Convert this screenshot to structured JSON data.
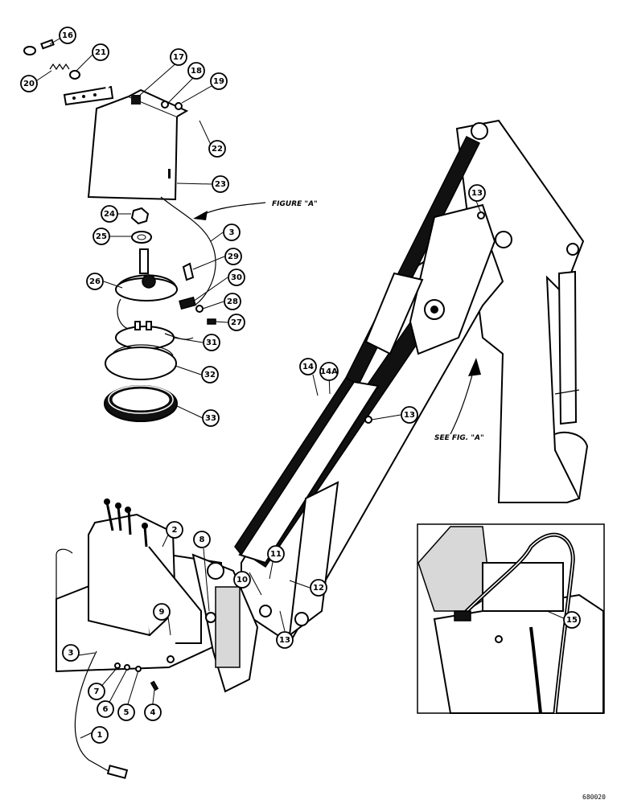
{
  "labels": {
    "figure_a": "FIGURE \"A\"",
    "see_fig_a": "SEE FIG. \"A\"",
    "drawing_ref": "680020"
  },
  "callouts": [
    {
      "id": "c16",
      "text": "16"
    },
    {
      "id": "c21",
      "text": "21"
    },
    {
      "id": "c20",
      "text": "20"
    },
    {
      "id": "c17",
      "text": "17"
    },
    {
      "id": "c18",
      "text": "18"
    },
    {
      "id": "c19",
      "text": "19"
    },
    {
      "id": "c22",
      "text": "22"
    },
    {
      "id": "c23",
      "text": "23"
    },
    {
      "id": "c24",
      "text": "24"
    },
    {
      "id": "c25",
      "text": "25"
    },
    {
      "id": "c3a",
      "text": "3"
    },
    {
      "id": "c29",
      "text": "29"
    },
    {
      "id": "c26",
      "text": "26"
    },
    {
      "id": "c30",
      "text": "30"
    },
    {
      "id": "c28",
      "text": "28"
    },
    {
      "id": "c27",
      "text": "27"
    },
    {
      "id": "c31",
      "text": "31"
    },
    {
      "id": "c32",
      "text": "32"
    },
    {
      "id": "c33",
      "text": "33"
    },
    {
      "id": "c13a",
      "text": "13"
    },
    {
      "id": "c14",
      "text": "14"
    },
    {
      "id": "c14A",
      "text": "14A"
    },
    {
      "id": "c13b",
      "text": "13"
    },
    {
      "id": "c2",
      "text": "2"
    },
    {
      "id": "c8",
      "text": "8"
    },
    {
      "id": "c11",
      "text": "11"
    },
    {
      "id": "c10",
      "text": "10"
    },
    {
      "id": "c12",
      "text": "12"
    },
    {
      "id": "c13c",
      "text": "13"
    },
    {
      "id": "c9",
      "text": "9"
    },
    {
      "id": "c3b",
      "text": "3"
    },
    {
      "id": "c7",
      "text": "7"
    },
    {
      "id": "c6",
      "text": "6"
    },
    {
      "id": "c5",
      "text": "5"
    },
    {
      "id": "c4",
      "text": "4"
    },
    {
      "id": "c1",
      "text": "1"
    },
    {
      "id": "c15",
      "text": "15"
    }
  ]
}
